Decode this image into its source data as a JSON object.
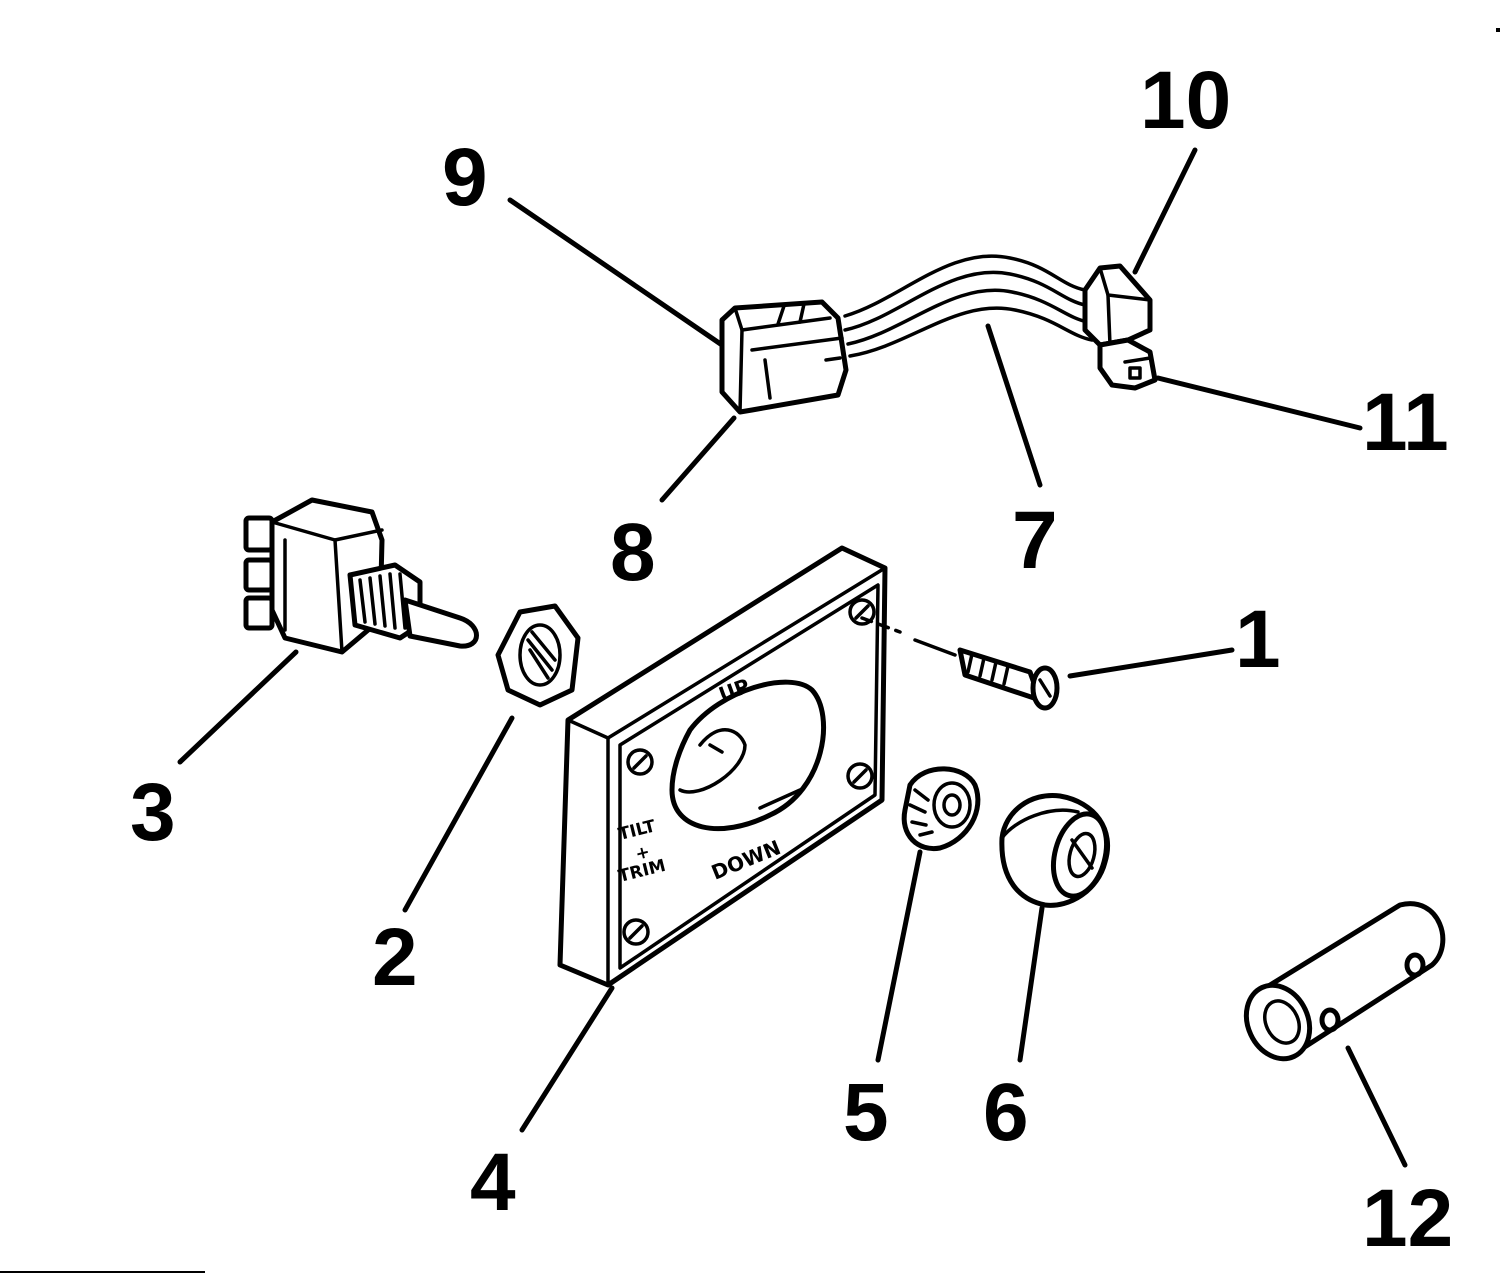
{
  "diagram": {
    "callouts": [
      {
        "id": "1",
        "label": "1"
      },
      {
        "id": "2",
        "label": "2"
      },
      {
        "id": "3",
        "label": "3"
      },
      {
        "id": "4",
        "label": "4"
      },
      {
        "id": "5",
        "label": "5"
      },
      {
        "id": "6",
        "label": "6"
      },
      {
        "id": "7",
        "label": "7"
      },
      {
        "id": "8",
        "label": "8"
      },
      {
        "id": "9",
        "label": "9"
      },
      {
        "id": "10",
        "label": "10"
      },
      {
        "id": "11",
        "label": "11"
      },
      {
        "id": "12",
        "label": "12"
      }
    ],
    "plate_text": {
      "up": "UP",
      "down": "DOWN",
      "tilt": "TILT",
      "plus": "+",
      "trim": "TRIM"
    }
  }
}
